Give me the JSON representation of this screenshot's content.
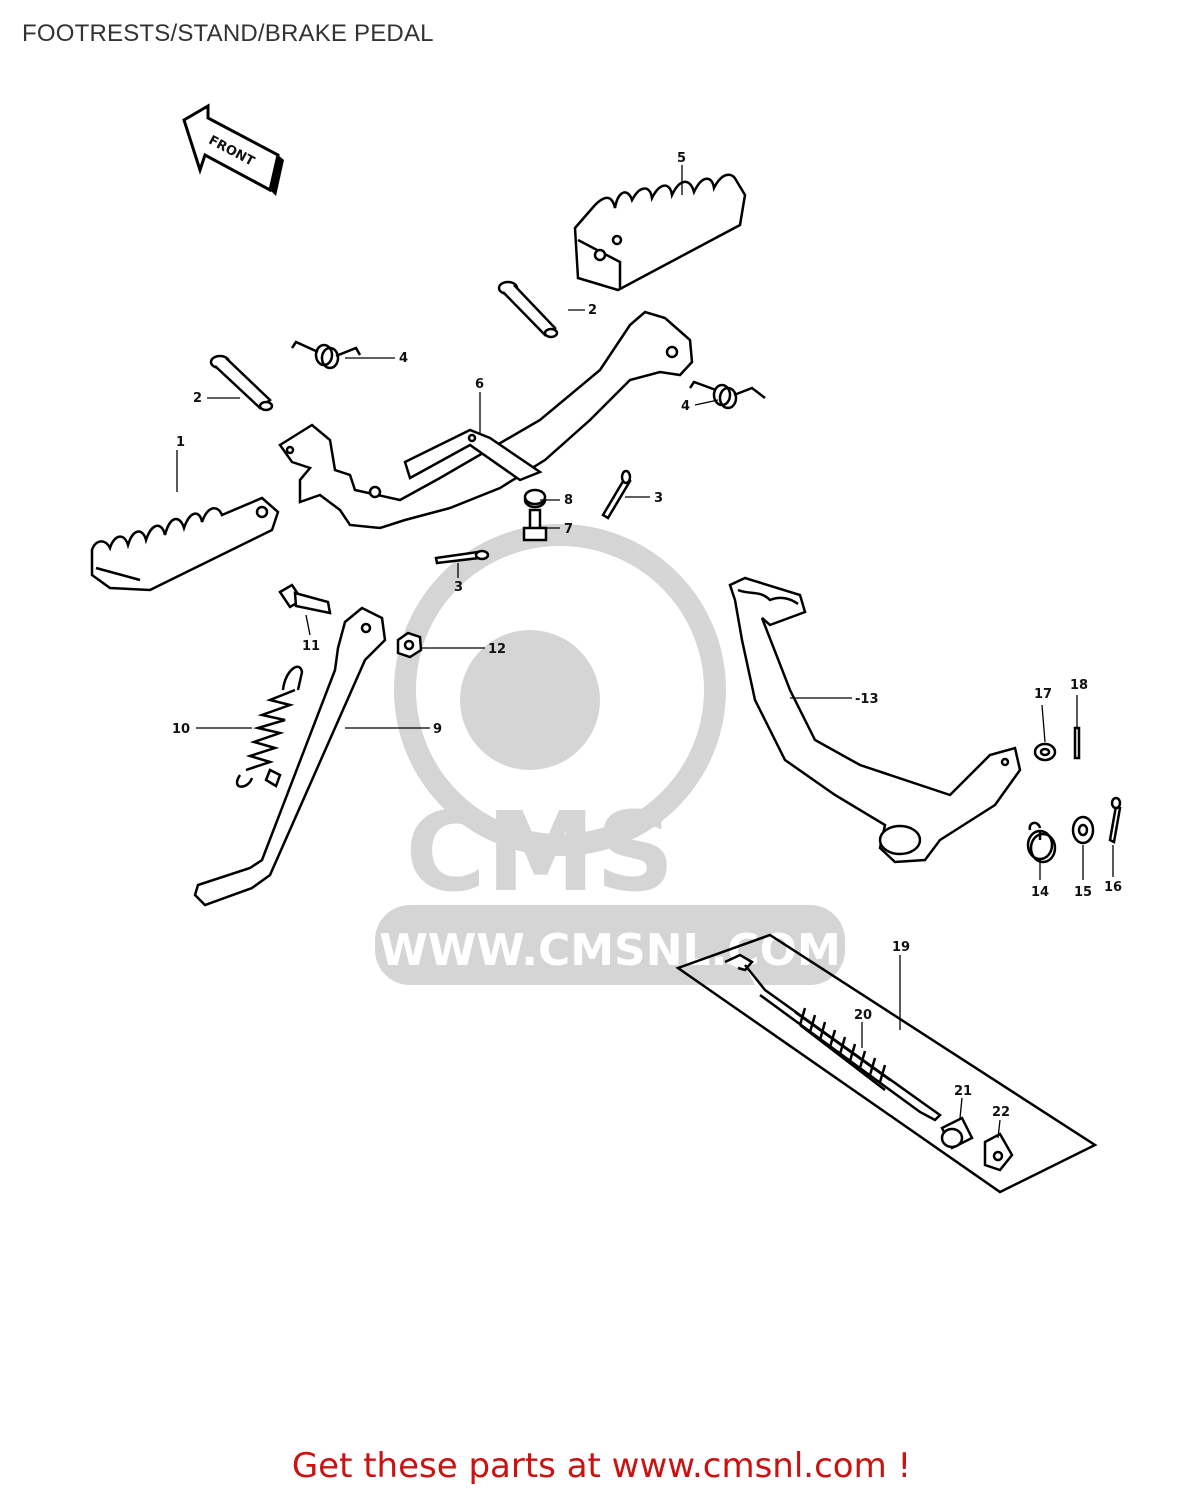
{
  "header": {
    "title": "FOOTRESTS/STAND/BRAKE PEDAL"
  },
  "footer": {
    "text": "Get these parts at www.cmsnl.com !"
  },
  "diagram": {
    "front_arrow_label": "FRONT",
    "watermark": {
      "logo": "CMS",
      "url": "WWW.CMSNL.COM"
    },
    "callouts": [
      "1",
      "2",
      "2",
      "3",
      "3",
      "4",
      "4",
      "5",
      "6",
      "7",
      "8",
      "9",
      "10",
      "11",
      "12",
      "-13",
      "14",
      "15",
      "16",
      "17",
      "18",
      "19",
      "20",
      "21",
      "22"
    ]
  }
}
